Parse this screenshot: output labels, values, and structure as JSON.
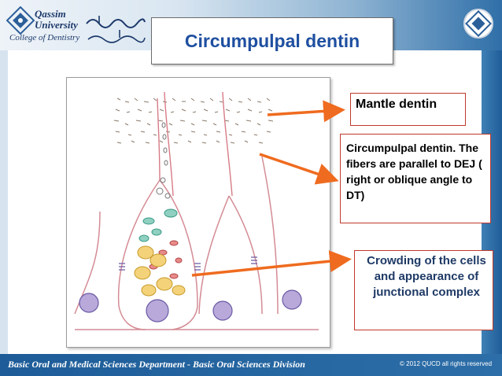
{
  "header": {
    "university_line1": "Qassim",
    "university_line2": "University",
    "college": "College of Dentistry"
  },
  "slide": {
    "title": "Circumpulpal dentin"
  },
  "callouts": {
    "mantle": "Mantle dentin",
    "circumpulpal": "Circumpulpal dentin. The fibers are parallel to DEJ ( right or oblique angle to DT)",
    "crowding": "Crowding of the cells and appearance of junctional complex"
  },
  "footer": {
    "department": "Basic Oral and Medical Sciences Department - Basic Oral Sciences Division",
    "copyright": "© 2012 QUCD all rights reserved"
  },
  "colors": {
    "title": "#1f4fa0",
    "arrow": "#ef6b1f",
    "callout_border": "#c0392b",
    "footer": "#1d5c98"
  }
}
